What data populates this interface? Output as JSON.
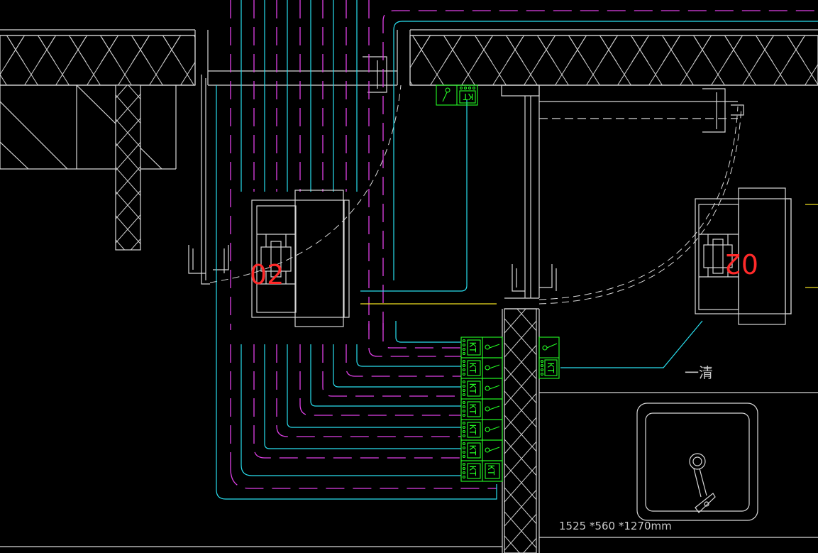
{
  "drawing": {
    "background": "#000000",
    "colors": {
      "wall_outline": "#d8d8d8",
      "hatch": "#cfcfcf",
      "cyan_lines": "#29e0f0",
      "magenta_lines": "#e040e8",
      "green_symbols": "#24ff24",
      "red_labels": "#ff2a2a",
      "yellow_marks": "#f0e020"
    }
  },
  "labels": {
    "unit_tag_left": "02",
    "unit_tag_right": "02",
    "annotation": "一清",
    "dimension": "1525 *560 *1270mm"
  },
  "symbols": {
    "kt_text": "KT",
    "kt_left_top": "KT",
    "kt_left_bottom": "KT",
    "kt_right": "KT",
    "kt_stack_count": 7
  },
  "icons": {
    "switch": "switch-icon",
    "socket": "socket-icon",
    "faucet": "faucet-icon",
    "toilet": "toilet-icon"
  }
}
